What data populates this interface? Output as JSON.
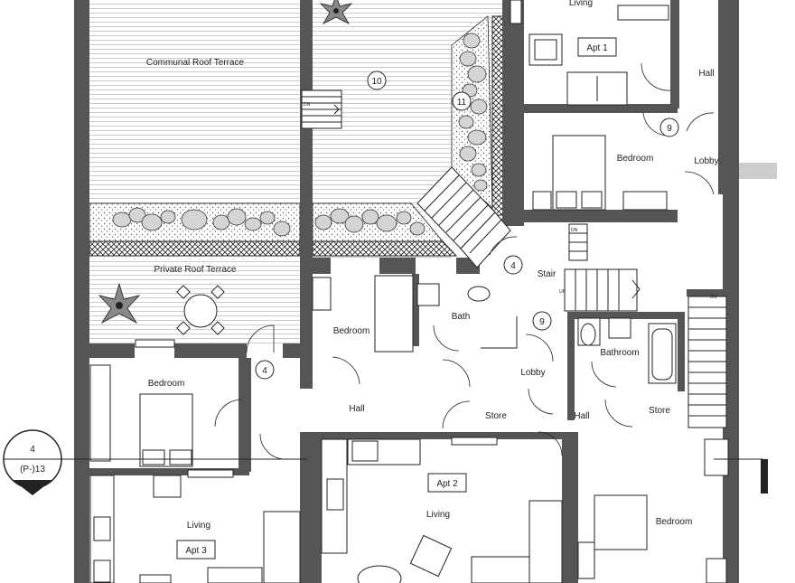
{
  "rooms": {
    "communal_roof_terrace": "Communal Roof Terrace",
    "private_roof_terrace": "Private Roof Terrace",
    "apt1_living": "Living",
    "apt1_tag": "Apt 1",
    "apt1_hall": "Hall",
    "apt1_bedroom": "Bedroom",
    "lobby_east": "Lobby",
    "stair": "Stair",
    "bedroom_center": "Bedroom",
    "bath": "Bath",
    "bathroom": "Bathroom",
    "lobby_center": "Lobby",
    "hall_left": "Hall",
    "hall_right": "Hall",
    "store_center": "Store",
    "store_right": "Store",
    "apt3_bedroom": "Bedroom",
    "apt3_living": "Living",
    "apt3_tag": "Apt 3",
    "apt2_tag": "Apt 2",
    "apt2_living": "Living",
    "apt2_bedroom": "Bedroom"
  },
  "markers": {
    "m10": "10",
    "m11": "11",
    "m9_top": "9",
    "m4_stair": "4",
    "m9_lobby": "9",
    "m4_hall": "4"
  },
  "section_marker": {
    "number": "4",
    "sheet": "(P-)13"
  },
  "stair_labels": {
    "dn_terrace": "DN",
    "dn_right": "DN",
    "dn_lobby": "DN",
    "up": "UP"
  },
  "colors": {
    "wall": "#555555",
    "rock": "#d4d4d4",
    "section_fill": "#222222"
  }
}
